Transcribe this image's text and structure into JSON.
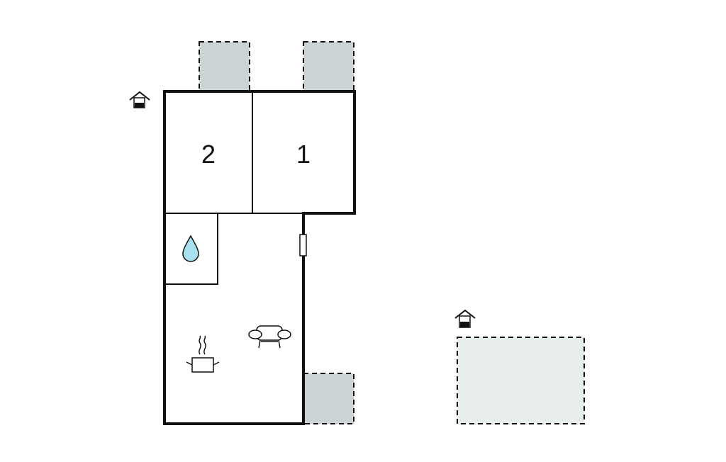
{
  "rooms": [
    {
      "id": "bedroom-2",
      "label": "2"
    },
    {
      "id": "bedroom-1",
      "label": "1"
    }
  ],
  "icons": {
    "bathroom": "water-drop-icon",
    "kitchen": "cooking-pot-icon",
    "living": "sofa-icon",
    "entrance_main": "house-entrance-icon",
    "entrance_annex": "house-entrance-icon"
  },
  "colors": {
    "wall": "#111111",
    "terrace": "#ccd3d5",
    "annex_area": "#e8eded",
    "water": "#a8e0f0",
    "background": "#ffffff"
  }
}
